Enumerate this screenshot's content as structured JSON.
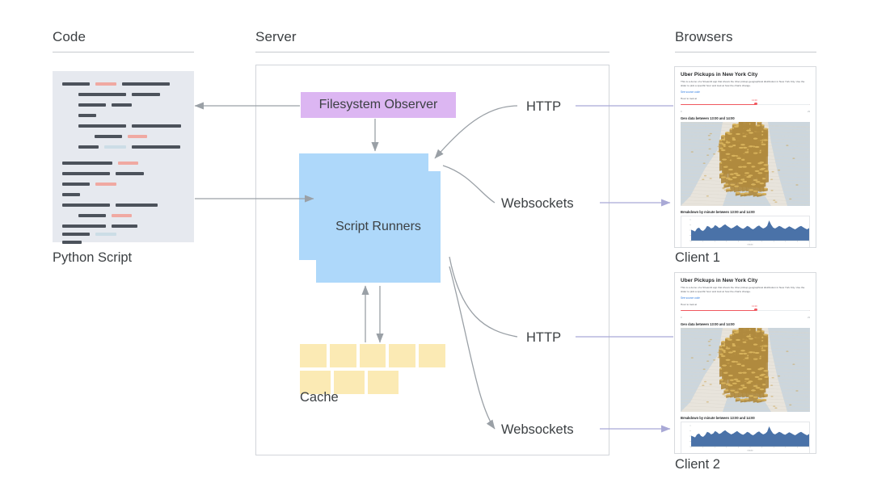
{
  "sections": [
    {
      "id": "code",
      "title": "Code"
    },
    {
      "id": "server",
      "title": "Server"
    },
    {
      "id": "browsers",
      "title": "Browsers"
    }
  ],
  "code_panel": {
    "caption": "Python Script",
    "lines": [
      {
        "x": 12,
        "y": 14,
        "segs": [
          {
            "w": 34,
            "c": "dark"
          },
          {
            "w": 26,
            "c": "red"
          },
          {
            "w": 59,
            "c": "dark"
          }
        ]
      },
      {
        "x": 32,
        "y": 27,
        "segs": [
          {
            "w": 59,
            "c": "dark"
          },
          {
            "w": 35,
            "c": "dark"
          }
        ]
      },
      {
        "x": 32,
        "y": 40,
        "segs": [
          {
            "w": 34,
            "c": "dark"
          },
          {
            "w": 25,
            "c": "dark"
          }
        ]
      },
      {
        "x": 32,
        "y": 53,
        "segs": [
          {
            "w": 22,
            "c": "dark"
          }
        ]
      },
      {
        "x": 32,
        "y": 66,
        "segs": [
          {
            "w": 59,
            "c": "dark"
          },
          {
            "w": 61,
            "c": "dark"
          }
        ]
      },
      {
        "x": 52,
        "y": 79,
        "segs": [
          {
            "w": 34,
            "c": "dark"
          },
          {
            "w": 24,
            "c": "red"
          }
        ]
      },
      {
        "x": 32,
        "y": 92,
        "segs": [
          {
            "w": 25,
            "c": "dark"
          },
          {
            "w": 27,
            "c": "blue"
          },
          {
            "w": 60,
            "c": "dark"
          }
        ]
      },
      {
        "x": 12,
        "y": 112,
        "segs": [
          {
            "w": 62,
            "c": "dark"
          },
          {
            "w": 25,
            "c": "red"
          }
        ]
      },
      {
        "x": 12,
        "y": 125,
        "segs": [
          {
            "w": 59,
            "c": "dark"
          },
          {
            "w": 35,
            "c": "dark"
          }
        ]
      },
      {
        "x": 12,
        "y": 138,
        "segs": [
          {
            "w": 34,
            "c": "dark"
          },
          {
            "w": 26,
            "c": "red"
          }
        ]
      },
      {
        "x": 12,
        "y": 151,
        "segs": [
          {
            "w": 22,
            "c": "dark"
          }
        ]
      },
      {
        "x": 12,
        "y": 164,
        "segs": [
          {
            "w": 59,
            "c": "dark"
          },
          {
            "w": 52,
            "c": "dark"
          }
        ]
      },
      {
        "x": 32,
        "y": 177,
        "segs": [
          {
            "w": 34,
            "c": "dark"
          },
          {
            "w": 25,
            "c": "red"
          }
        ]
      },
      {
        "x": 12,
        "y": 190,
        "segs": [
          {
            "w": 54,
            "c": "dark"
          },
          {
            "w": 32,
            "c": "dark"
          }
        ]
      },
      {
        "x": 12,
        "y": 200,
        "segs": [
          {
            "w": 34,
            "c": "dark"
          },
          {
            "w": 26,
            "c": "blue"
          }
        ]
      },
      {
        "x": 12,
        "y": 210,
        "segs": [
          {
            "w": 24,
            "c": "dark"
          }
        ]
      }
    ]
  },
  "server_panel": {
    "filesystem_observer_label": "Filesystem Observer",
    "script_runners_label": "Script Runners",
    "cache_caption": "Cache",
    "cache_rows": [
      5,
      3
    ]
  },
  "flows": [
    {
      "id": "http-top",
      "label": "HTTP"
    },
    {
      "id": "websockets-top",
      "label": "Websockets"
    },
    {
      "id": "http-bottom",
      "label": "HTTP"
    },
    {
      "id": "websockets-bottom",
      "label": "Websockets"
    }
  ],
  "browsers": [
    {
      "caption": "Client 1",
      "app": {
        "title": "Uber Pickups in New York City",
        "paragraph": "This is a demo of a Streamlit app that shows the Uber pickup geographical distribution in New York City. Use the slider to pick a specific hour and look at how the charts change.",
        "source_link": "See source code",
        "slider_label": "Hour to look at",
        "slider_value": "13:00",
        "slider_min": "0",
        "slider_max": "23",
        "map_heading": "Geo data between 13:00 and 14:00",
        "chart_heading": "Breakdown by minute between 13:00 and 14:00"
      }
    },
    {
      "caption": "Client 2",
      "app": {
        "title": "Uber Pickups in New York City",
        "paragraph": "This is a demo of a Streamlit app that shows the Uber pickup geographical distribution in New York City. Use the slider to pick a specific hour and look at how the charts change.",
        "source_link": "See source code",
        "slider_label": "Hour to look at",
        "slider_value": "13:00",
        "slider_min": "0",
        "slider_max": "23",
        "map_heading": "Geo data between 13:00 and 14:00",
        "chart_heading": "Breakdown by minute between 13:00 and 14:00"
      }
    }
  ],
  "colors": {
    "observer_purple": "#dcb6f2",
    "runner_blue": "#aed8fa",
    "cache_yellow": "#fbeab4",
    "code_bg": "#e6e9ef",
    "arrow_gray": "#9aa0a6",
    "arrow_lavender": "#a9a9d6",
    "text": "#3c4043",
    "accent_red": "#f0585f",
    "chart_blue": "#4a72a8"
  },
  "chart_data": {
    "type": "area",
    "title": "Breakdown by minute between 13:00 and 14:00",
    "xlabel": "minute",
    "ylabel": "",
    "x": [
      0,
      1,
      2,
      3,
      4,
      5,
      6,
      7,
      8,
      9,
      10,
      11,
      12,
      13,
      14,
      15,
      16,
      17,
      18,
      19,
      20,
      21,
      22,
      23,
      24,
      25,
      26,
      27,
      28,
      29,
      30,
      31,
      32,
      33,
      34,
      35,
      36,
      37,
      38,
      39,
      40,
      41,
      42,
      43,
      44,
      45,
      46,
      47,
      48,
      49,
      50,
      51,
      52,
      53,
      54,
      55,
      56,
      57,
      58,
      59
    ],
    "values": [
      52,
      48,
      44,
      58,
      62,
      50,
      46,
      55,
      70,
      66,
      58,
      62,
      74,
      68,
      60,
      64,
      72,
      78,
      70,
      64,
      58,
      62,
      68,
      74,
      66,
      60,
      56,
      62,
      70,
      66,
      58,
      54,
      60,
      68,
      72,
      64,
      58,
      62,
      70,
      96,
      76,
      62,
      58,
      64,
      70,
      66,
      60,
      56,
      62,
      68,
      64,
      58,
      54,
      60,
      66,
      70,
      64,
      58,
      54,
      60
    ],
    "ylim": [
      0,
      100
    ],
    "grid": false
  }
}
